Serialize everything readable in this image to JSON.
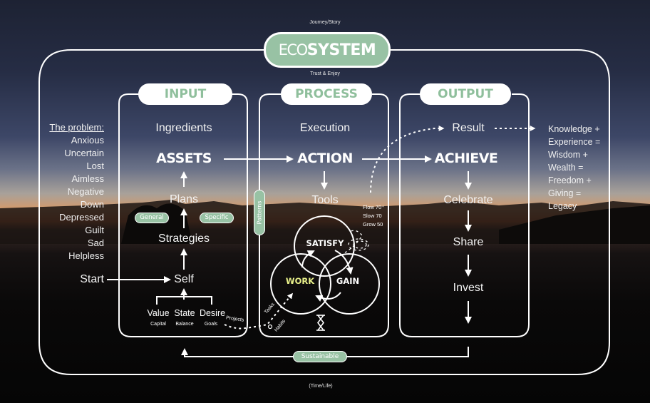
{
  "header": {
    "top_caption": "Journey/Story",
    "title_light": "ECO",
    "title_bold": "SYSTEM",
    "subtitle": "Trust & Enjoy",
    "bottom_caption": "(Time/Life)"
  },
  "problem": {
    "heading": "The problem:",
    "items": [
      "Anxious",
      "Uncertain",
      "Lost",
      "Aimless",
      "Negative",
      "Down",
      "Depressed",
      "Guilt",
      "Sad",
      "Helpless"
    ]
  },
  "start_label": "Start",
  "input": {
    "title": "INPUT",
    "subtitle": "Ingredients",
    "main": "ASSETS",
    "plans": "Plans",
    "general": "General",
    "specific": "Specific",
    "strategies": "Strategies",
    "self": "Self",
    "roots": [
      {
        "label": "Value",
        "sub": "Capital"
      },
      {
        "label": "State",
        "sub": "Balance"
      },
      {
        "label": "Desire",
        "sub": "Goals"
      }
    ],
    "projects": "Projects"
  },
  "process": {
    "title": "PROCESS",
    "subtitle": "Execution",
    "main": "ACTION",
    "tools": "Tools",
    "patterns": "Patterns",
    "venn": {
      "top": "SATISFY",
      "left": "WORK",
      "right": "GAIN"
    },
    "tasks": "Tasks",
    "habits": "Habits",
    "flow_stats": [
      "Flow 70⁺",
      "Slow 70",
      "Grow 50"
    ],
    "hourglass_icon": "hourglass-icon"
  },
  "output": {
    "title": "OUTPUT",
    "result": "Result",
    "main": "ACHIEVE",
    "steps": [
      "Celebrate",
      "Share",
      "Invest"
    ]
  },
  "legacy_chain": [
    "Knowledge +",
    "Experience  =",
    "Wisdom +",
    "Wealth =",
    "Freedom +",
    "Giving =",
    "Legacy"
  ],
  "loop_label": "Sustainable",
  "colors": {
    "accent_green": "#98c2a4",
    "title_green": "#8fbf9c",
    "work_yellow": "#e8f08a",
    "line_white": "#ffffff"
  }
}
